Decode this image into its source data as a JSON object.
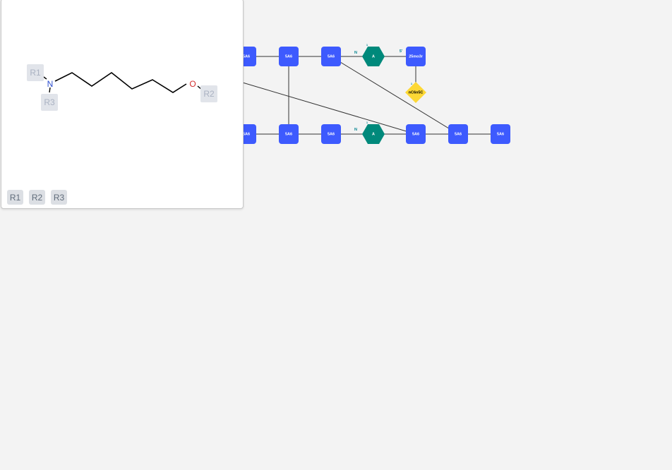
{
  "diagram": {
    "nodes": [
      {
        "id": "t1",
        "label": "5A6",
        "shape": "square"
      },
      {
        "id": "t2",
        "label": "5A6",
        "shape": "square"
      },
      {
        "id": "t3",
        "label": "5A6",
        "shape": "square"
      },
      {
        "id": "t4",
        "label": "A",
        "shape": "hexagon"
      },
      {
        "id": "t5",
        "label": "25mo3r",
        "shape": "square"
      },
      {
        "id": "d1",
        "label": "nC6n5C",
        "shape": "diamond"
      },
      {
        "id": "b1",
        "label": "5A6",
        "shape": "square"
      },
      {
        "id": "b2",
        "label": "5A6",
        "shape": "square"
      },
      {
        "id": "b3",
        "label": "5A6",
        "shape": "square"
      },
      {
        "id": "b4",
        "label": "A",
        "shape": "hexagon"
      },
      {
        "id": "b5",
        "label": "5A6",
        "shape": "square"
      },
      {
        "id": "b6",
        "label": "5A6",
        "shape": "square"
      },
      {
        "id": "b7",
        "label": "5A6",
        "shape": "square"
      }
    ],
    "connection_labels": {
      "top_n": "N",
      "top_five_prime": "5'",
      "top_hex_corner": "1",
      "diamond_corner": "1",
      "bottom_n": "N",
      "bottom_hex_corner": "1"
    },
    "colors": {
      "square": "#3d5afe",
      "hexagon": "#00897b",
      "diamond": "#fdd835",
      "conn_label": "#00838f"
    }
  },
  "popup": {
    "molecule": {
      "atoms": {
        "nitrogen": "N",
        "oxygen": "O"
      },
      "attachment_points": [
        "R1",
        "R3",
        "R2"
      ],
      "atom_colors": {
        "nitrogen": "#2e4fd1",
        "oxygen": "#d32f2f"
      }
    },
    "rgroup_buttons": [
      "R1",
      "R2",
      "R3"
    ]
  }
}
